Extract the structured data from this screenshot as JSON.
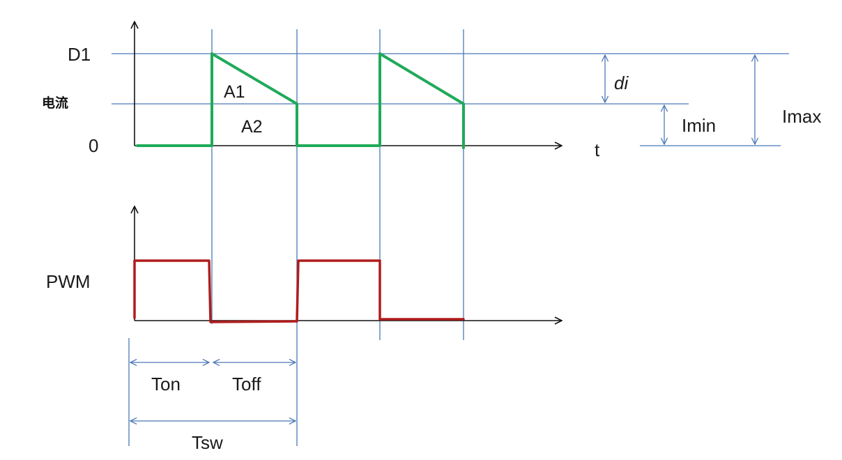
{
  "labels": {
    "d1": "D1",
    "current": "电流",
    "zero": "0",
    "t": "t",
    "a1": "A1",
    "a2": "A2",
    "di": "di",
    "imin": "Imin",
    "imax": "Imax",
    "pwm": "PWM",
    "ton": "Ton",
    "toff": "Toff",
    "tsw": "Tsw"
  },
  "colors": {
    "current_wave": "#1faa59",
    "pwm_wave": "#b01c1c",
    "guide_lines": "#4a78b8",
    "axes": "#111111"
  }
}
